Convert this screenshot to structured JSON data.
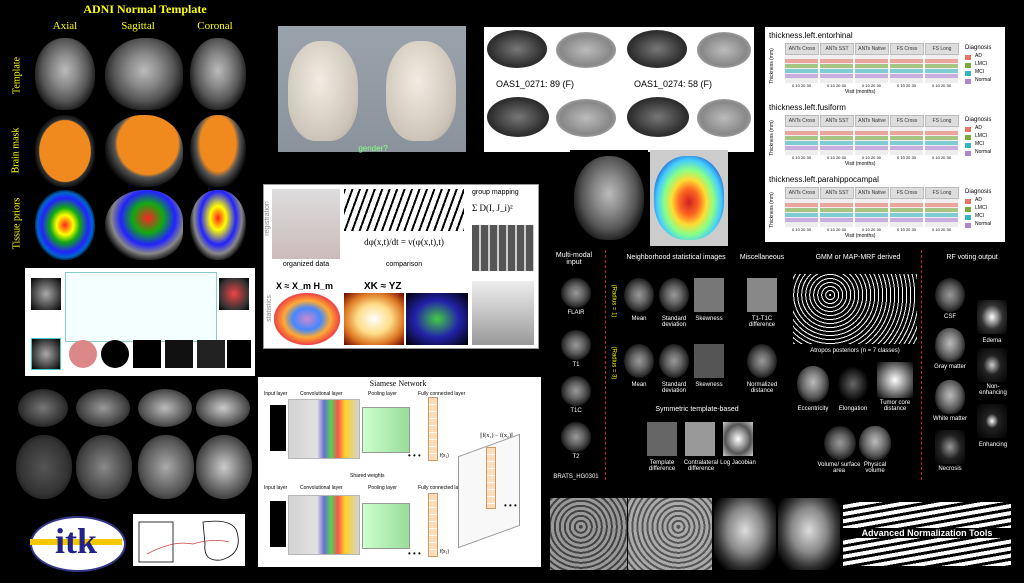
{
  "adni": {
    "title": "ADNI Normal Template",
    "cols": [
      "Axial",
      "Sagittal",
      "Coronal"
    ],
    "rows": [
      "Template",
      "Brain mask",
      "Tissue priors"
    ]
  },
  "face": {
    "caption": "gender?"
  },
  "oasis": {
    "label1": "OAS1_0271:  89  (F)",
    "label2": "OAS1_0274:  58  (F)"
  },
  "thickness": {
    "plots": [
      {
        "title": "thickness.left.entorhinal"
      },
      {
        "title": "thickness.left.fusiform"
      },
      {
        "title": "thickness.left.parahippocampal"
      }
    ],
    "tabs": [
      "ANTs Cross",
      "ANTs SST",
      "ANTs Native",
      "FS Cross",
      "FS Long"
    ],
    "legend_title": "Diagnosis",
    "legend": [
      "AD",
      "LMCI",
      "MCI",
      "Normal"
    ],
    "ylabel": "Thickness (mm)",
    "xlabel": "Visit (months)",
    "xticks": "0 10 20 30",
    "colors": {
      "AD": "#e8746b",
      "LMCI": "#7aa93c",
      "MCI": "#36b5bf",
      "Normal": "#b083d6"
    }
  },
  "diffeo": {
    "organized": "organized data",
    "comparison": "comparison",
    "group": "group mapping",
    "equation": "dφ(x,t)/dt = v(φ(x,t),t)",
    "sum": "Σ D(I, J_i)²",
    "eq2": "X ≈ X_m H_m",
    "eq3": "XK ≈ YZ",
    "side1": "registration",
    "side2": "statistics"
  },
  "brats": {
    "multimodal": "Multi-modal input",
    "neighborhood": "Neighborhood statistical images",
    "misc": "Miscellaneous",
    "gmm": "GMM or MAP-MRF derived",
    "rf": "RF voting output",
    "flair": "FLAIR",
    "t1": "T1",
    "t1c": "T1C",
    "t2": "T2",
    "id": "BRATS_HG0301",
    "radius1": "(Radius = 1)",
    "radius3": "(Radius = 3)",
    "mean": "Mean",
    "std": "Standard deviation",
    "skew": "Skewness",
    "t1t1c": "T1-T1C difference",
    "normdist": "Normalized distance",
    "atropos": "Atropos posteriors (n = 7 classes)",
    "ecc": "Eccentricity",
    "elong": "Elongation",
    "tcd": "Tumor core distance",
    "vol": "Volume/ surface area",
    "phys": "Physical volume",
    "sym": "Symmetric template-based",
    "tdiff": "Template difference",
    "cdiff": "Contralateral difference",
    "logj": "Log Jacobian",
    "csf": "CSF",
    "edema": "Edema",
    "gm": "Gray matter",
    "nonenh": "Non-enhancing",
    "wm": "White matter",
    "enh": "Enhancing",
    "necro": "Necrosis"
  },
  "siamese": {
    "title": "Siamese Network",
    "input": "Input layer",
    "conv": "Convolutional layer",
    "pool": "Pooling layer",
    "fc": "Fully connected layer",
    "shared": "Shared weights",
    "f1": "f(x₁)",
    "f2": "f(x₂)",
    "dist": "||f(x₁) − f(x₂)||",
    "dots": "• • •"
  },
  "itk": {
    "logo": "itk"
  },
  "ants": {
    "title": "Advanced Normalization Tools"
  }
}
